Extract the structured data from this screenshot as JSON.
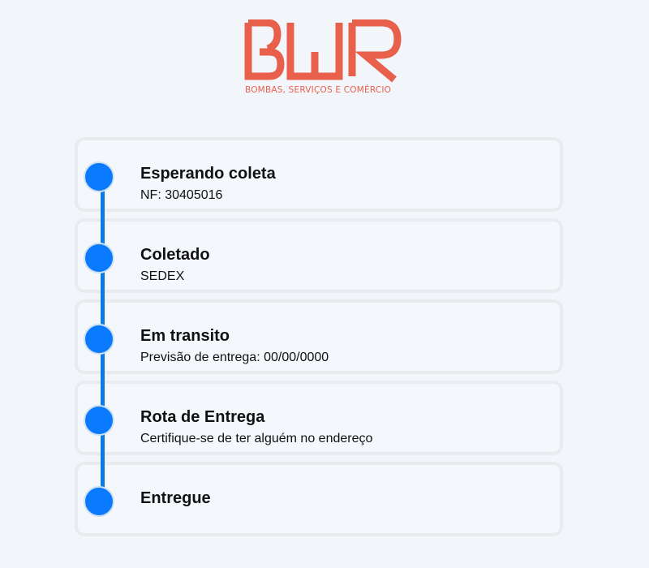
{
  "brand": {
    "logo_text": "BWR",
    "tagline": "BOMBAS, SERVIÇOS E COMÉRCIO",
    "color": "#e8604c"
  },
  "timeline": {
    "accent_color": "#0a7bff",
    "steps": [
      {
        "title": "Esperando coleta",
        "subtitle": "NF: 30405016"
      },
      {
        "title": "Coletado",
        "subtitle": "SEDEX"
      },
      {
        "title": "Em transito",
        "subtitle": "Previsão de entrega: 00/00/0000"
      },
      {
        "title": "Rota de Entrega",
        "subtitle": "Certifique-se de ter alguém no endereço"
      },
      {
        "title": "Entregue",
        "subtitle": ""
      }
    ]
  }
}
